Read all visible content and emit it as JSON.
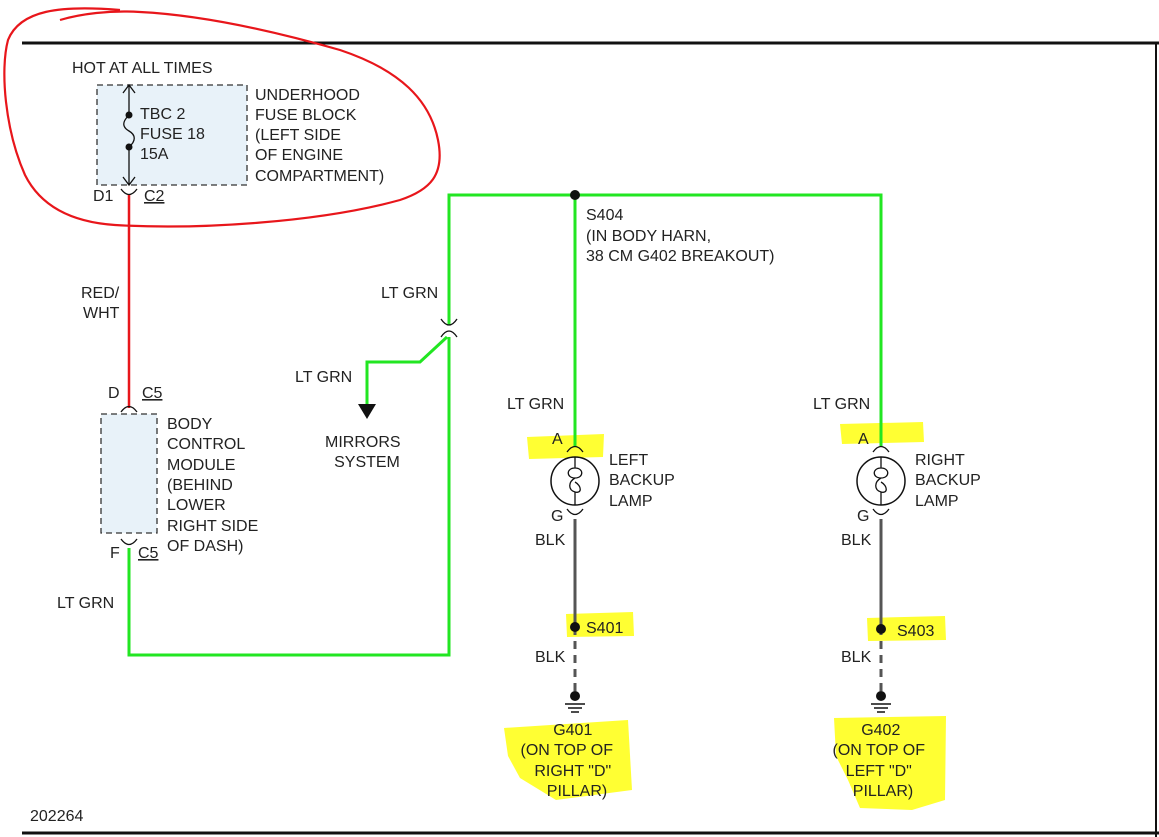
{
  "diagram_id": "202264",
  "colors": {
    "lt_grn": "#22e622",
    "red_wht": "#e8161b",
    "blk": "#555555",
    "circle_annotation": "#e8161b",
    "highlight": "#ffff33",
    "fuse_fill": "#e8f2f9"
  },
  "fuse_block": {
    "heading": "HOT AT ALL TIMES",
    "fuse_lines": [
      "TBC 2",
      "FUSE 18",
      "15A"
    ],
    "location_lines": [
      "UNDERHOOD",
      "FUSE BLOCK",
      "(LEFT SIDE",
      "OF ENGINE",
      "COMPARTMENT)"
    ],
    "pin": "D1",
    "connector": "C2"
  },
  "wire_red": {
    "label_lines": [
      "RED/",
      "WHT"
    ]
  },
  "bcm": {
    "top_pin": "D",
    "top_connector": "C5",
    "label_lines": [
      "BODY",
      "CONTROL",
      "MODULE",
      "(BEHIND",
      "LOWER",
      "RIGHT SIDE",
      "OF DASH)"
    ],
    "bottom_pin": "F",
    "bottom_connector": "C5"
  },
  "wires": {
    "bcm_out": "LT GRN",
    "riser": "LT GRN",
    "mirror_branch": "LT GRN",
    "left_lamp_feed": "LT GRN",
    "right_lamp_feed": "LT GRN"
  },
  "mirrors": {
    "label_lines": [
      "MIRRORS",
      "SYSTEM"
    ]
  },
  "splice_s404": {
    "label_lines": [
      "S404",
      "(IN BODY HARN,",
      "38 CM G402 BREAKOUT)"
    ]
  },
  "left_lamp": {
    "pin_a": "A",
    "pin_g": "G",
    "label_lines": [
      "LEFT",
      "BACKUP",
      "LAMP"
    ],
    "ground_wire": "BLK",
    "splice": "S401",
    "splice_wire": "BLK",
    "ground_lines": [
      "G401",
      "(ON TOP OF",
      "RIGHT \"D\"",
      "PILLAR)"
    ]
  },
  "right_lamp": {
    "pin_a": "A",
    "pin_g": "G",
    "label_lines": [
      "RIGHT",
      "BACKUP",
      "LAMP"
    ],
    "ground_wire": "BLK",
    "splice": "S403",
    "splice_wire": "BLK",
    "ground_lines": [
      "G402",
      "(ON TOP OF",
      "LEFT \"D\"",
      "PILLAR)"
    ]
  }
}
